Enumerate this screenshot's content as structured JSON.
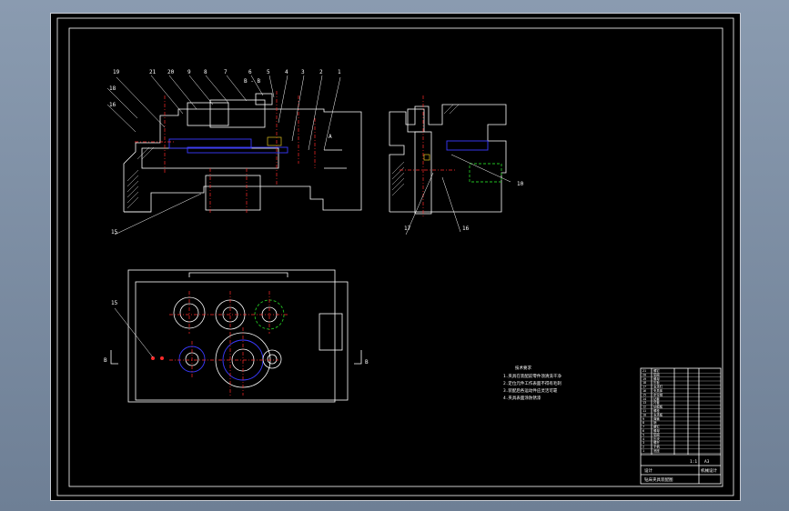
{
  "drawing": {
    "section_label": "B - B",
    "view_a_label": "A",
    "section_mark_left": "B",
    "section_mark_right": "B",
    "top_callouts": [
      "19",
      "21",
      "20",
      "9",
      "8",
      "7",
      "6",
      "5",
      "4",
      "3",
      "2",
      "1"
    ],
    "left_callouts": [
      "18",
      "16"
    ],
    "bottom_callout_left_view": "15",
    "right_view_callouts": [
      "10",
      "17",
      "16"
    ],
    "plan_view_callout": "15",
    "tech_requirements_title": "技术要求",
    "tech_requirements_lines": [
      "1.夹具在装配前零件须清洗干净",
      "2.定位元件工作表面不得有毛刺",
      "3.装配后各运动件应灵活可靠",
      "4.夹具表面涂防锈漆"
    ]
  },
  "title_block": {
    "rows": [
      {
        "no": "21",
        "name": "螺钉"
      },
      {
        "no": "20",
        "name": "垫圈"
      },
      {
        "no": "19",
        "name": "螺母"
      },
      {
        "no": "18",
        "name": "压板"
      },
      {
        "no": "17",
        "name": "支承钉"
      },
      {
        "no": "16",
        "name": "夹具体"
      },
      {
        "no": "15",
        "name": "定位销"
      },
      {
        "no": "14",
        "name": "钻套"
      },
      {
        "no": "13",
        "name": "衬套"
      },
      {
        "no": "12",
        "name": "钻模板"
      },
      {
        "no": "11",
        "name": "螺栓"
      },
      {
        "no": "10",
        "name": "支承板"
      },
      {
        "no": "9",
        "name": "弹簧"
      },
      {
        "no": "8",
        "name": "销"
      },
      {
        "no": "7",
        "name": "螺钉"
      },
      {
        "no": "6",
        "name": "螺母"
      },
      {
        "no": "5",
        "name": "垫圈"
      },
      {
        "no": "4",
        "name": "压块"
      },
      {
        "no": "3",
        "name": "螺杆"
      },
      {
        "no": "2",
        "name": "手柄"
      },
      {
        "no": "1",
        "name": "底座"
      }
    ],
    "scale": "1:1",
    "sheet": "A3",
    "drawing_name": "钻床夹具装配图",
    "designer_label": "设计",
    "school_label": "机械设计"
  }
}
